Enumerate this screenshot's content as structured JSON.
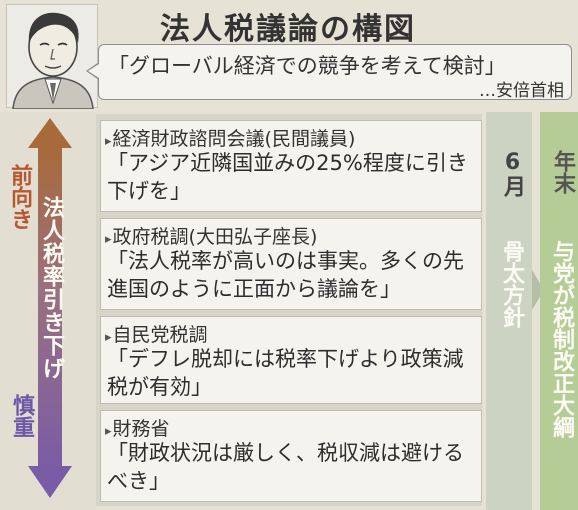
{
  "title": "法人税議論の構図",
  "quote": {
    "text": "「グローバル経済での競争を考えて検討」",
    "speaker": "…安倍首相"
  },
  "scale": {
    "top_label": "前向き",
    "bottom_label": "慎重",
    "axis_label": "法人税率引き下げ"
  },
  "opinions": [
    {
      "head": "経済財政諮問会議(民間議員)",
      "quote": "「アジア近隣国並みの25%程度に引き下げを」"
    },
    {
      "head": "政府税調(大田弘子座長)",
      "quote": "「法人税率が高いのは事実。多くの先進国のように正面から議論を」"
    },
    {
      "head": "自民党税調",
      "quote": "「デフレ脱却には税率下げより政策減税が有効」"
    },
    {
      "head": "財務省",
      "quote": "「財政状況は厳しく、税収減は避けるべき」"
    }
  ],
  "timeline": [
    {
      "when": "6月",
      "what": "骨太方針"
    },
    {
      "when": "年末",
      "what": "与党が税制改正大綱"
    }
  ],
  "colors": {
    "forward": "#b8562f",
    "careful": "#6c58a7",
    "june": "#ccd3c3",
    "year_end": "#b6cc97"
  }
}
